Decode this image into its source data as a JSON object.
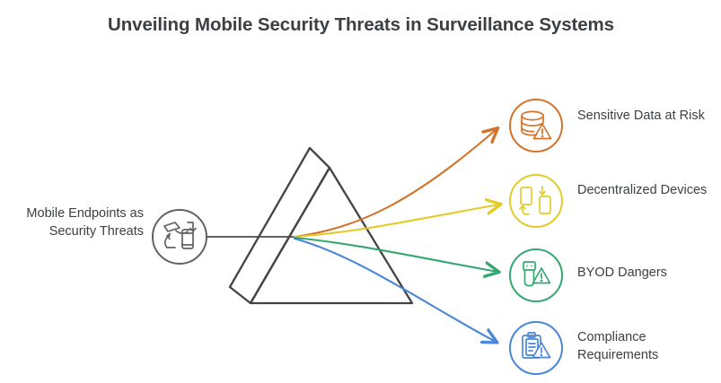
{
  "title": "Unveiling Mobile Security Threats in Surveillance Systems",
  "source_node": {
    "label": "Mobile Endpoints as Security Threats",
    "icon": "mobile-sync-icon",
    "color": "#5f6368"
  },
  "prism": {
    "shape": "triangular-prism",
    "stroke": "#444444"
  },
  "branches": [
    {
      "label": "Sensitive Data at Risk",
      "icon": "database-warning-icon",
      "color": "#d2742c"
    },
    {
      "label": "Decentralized Devices",
      "icon": "devices-sync-icon",
      "color": "#e2cc2c"
    },
    {
      "label": "BYOD Dangers",
      "icon": "usb-warning-icon",
      "color": "#34a870"
    },
    {
      "label": "Compliance Requirements",
      "icon": "clipboard-warning-icon",
      "color": "#4a86d8"
    }
  ]
}
